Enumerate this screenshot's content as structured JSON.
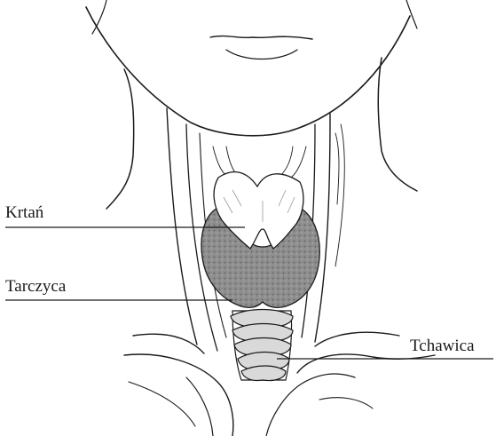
{
  "labels": {
    "larynx": "Krtań",
    "thyroid": "Tarczyca",
    "trachea": "Tchawica"
  },
  "colors": {
    "ink": "#1a1a1a",
    "thyroid_fill": "#8a8a8a",
    "skin": "#ffffff"
  }
}
